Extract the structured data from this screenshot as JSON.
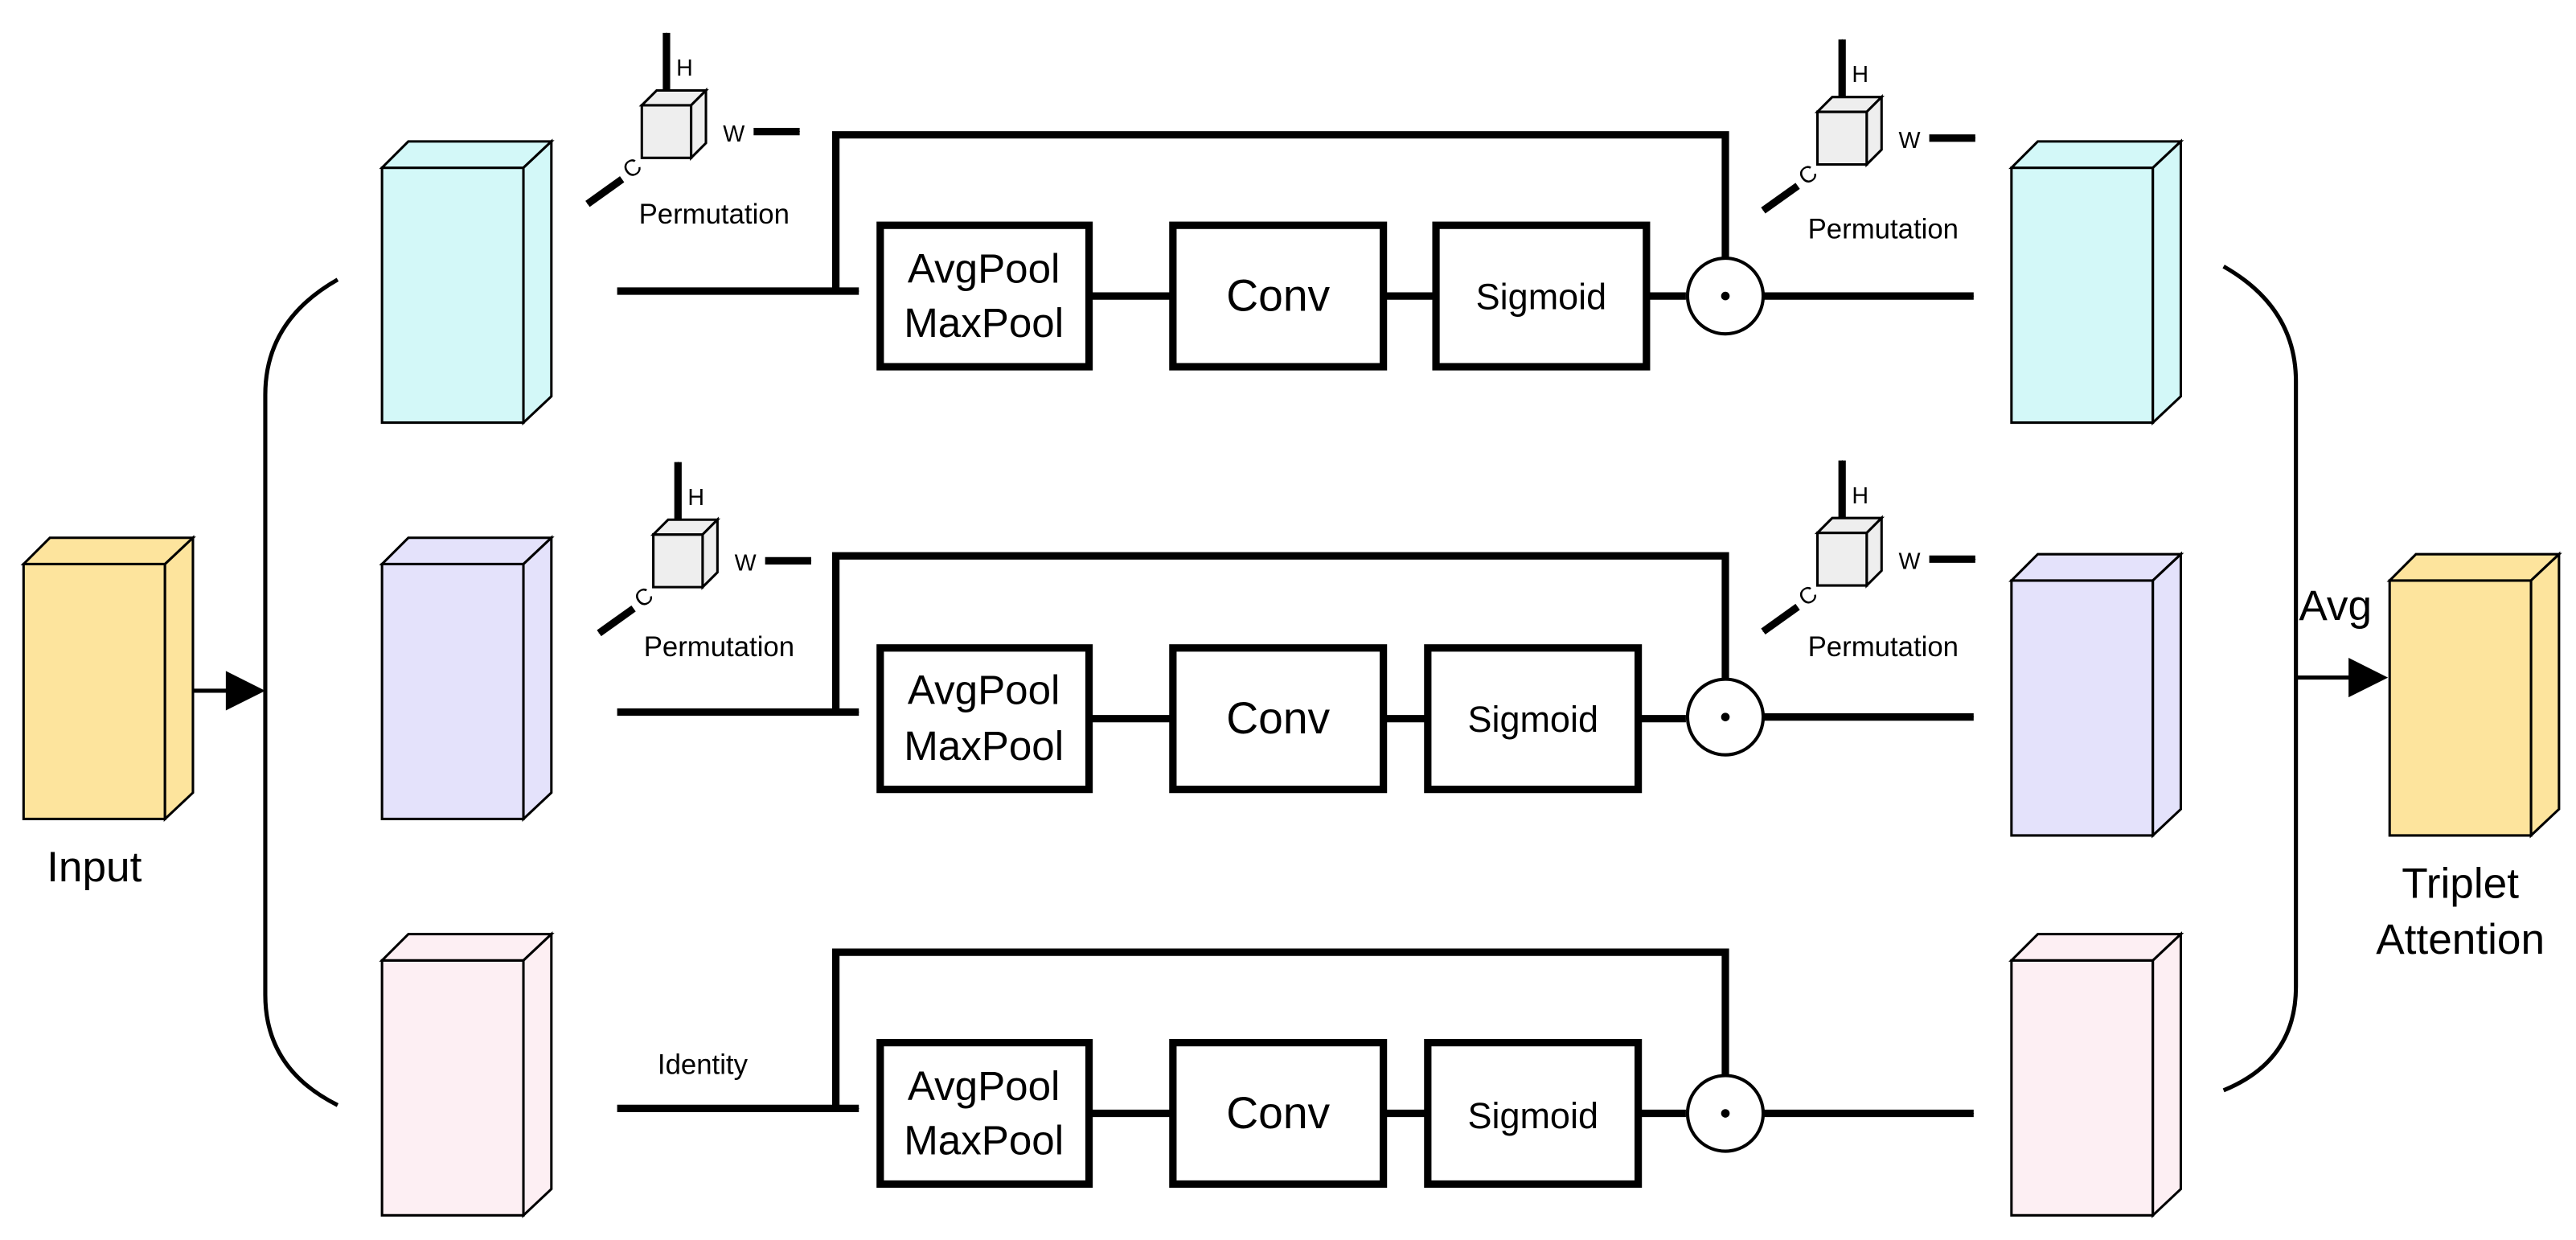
{
  "input_label": "Input",
  "output_label_line1": "Triplet",
  "output_label_line2": "Attention",
  "avg_label": "Avg",
  "colors": {
    "input": "#fde49d",
    "branch1": "#d3f8f8",
    "branch2": "#e4e2fb",
    "branch3": "#fdeff3",
    "cube": "#eeeeee"
  },
  "branches": [
    {
      "op_label": "Permutation",
      "out_label": "Permutation",
      "pool_line1": "AvgPool",
      "pool_line2": "MaxPool",
      "conv_label": "Conv",
      "sigmoid_label": "Sigmoid",
      "mult_symbol": "⊙"
    },
    {
      "op_label": "Permutation",
      "out_label": "Permutation",
      "pool_line1": "AvgPool",
      "pool_line2": "MaxPool",
      "conv_label": "Conv",
      "sigmoid_label": "Sigmoid",
      "mult_symbol": "⊙"
    },
    {
      "op_label": "Identity",
      "pool_line1": "AvgPool",
      "pool_line2": "MaxPool",
      "conv_label": "Conv",
      "sigmoid_label": "Sigmoid",
      "mult_symbol": "⊙"
    }
  ],
  "axes": {
    "h": "H",
    "w": "W",
    "c": "C"
  }
}
